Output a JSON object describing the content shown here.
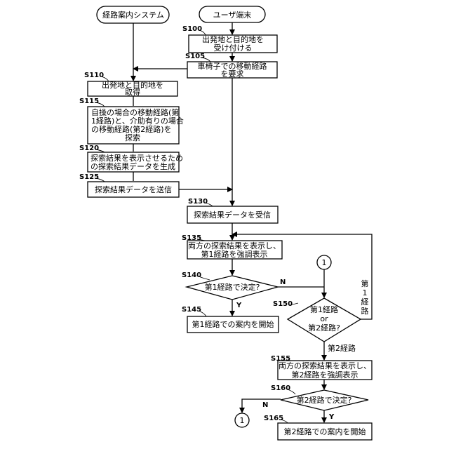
{
  "actors": {
    "system": "経路案内システム",
    "terminal": "ユーザ端末"
  },
  "steps": {
    "s100": {
      "id": "S100",
      "lines": [
        "出発地と目的地を",
        "受け付ける"
      ]
    },
    "s105": {
      "id": "S105",
      "lines": [
        "車椅子での移動経路",
        "を要求"
      ]
    },
    "s110": {
      "id": "S110",
      "lines": [
        "出発地と目的地を",
        "取得"
      ]
    },
    "s115": {
      "id": "S115",
      "lines": [
        "自操の場合の移動経路(第",
        "1経路)と、介助有りの場合",
        "の移動経路(第2経路)を",
        "探索"
      ]
    },
    "s120": {
      "id": "S120",
      "lines": [
        "探索結果を表示させるため",
        "の探索結果データを生成"
      ]
    },
    "s125": {
      "id": "S125",
      "lines": [
        "探索結果データを送信"
      ]
    },
    "s130": {
      "id": "S130",
      "lines": [
        "探索結果データを受信"
      ]
    },
    "s135": {
      "id": "S135",
      "lines": [
        "両方の探索結果を表示し、",
        "第1経路を強調表示"
      ]
    },
    "s140": {
      "id": "S140",
      "lines": [
        "第1経路で決定?"
      ]
    },
    "s145": {
      "id": "S145",
      "lines": [
        "第1経路での案内を開始"
      ]
    },
    "s150": {
      "id": "S150",
      "lines": [
        "第1経路",
        "or",
        "第2経路?"
      ]
    },
    "s155": {
      "id": "S155",
      "lines": [
        "両方の探索結果を表示し、",
        "第2経路を強調表示"
      ]
    },
    "s160": {
      "id": "S160",
      "lines": [
        "第2経路で決定?"
      ]
    },
    "s165": {
      "id": "S165",
      "lines": [
        "第2経路での案内を開始"
      ]
    }
  },
  "connectors": {
    "top": "1",
    "bottom": "1"
  },
  "edge_labels": {
    "s140_no": "N",
    "s140_yes": "Y",
    "s150_route1": "第1経路",
    "s150_route2": "第2経路",
    "s160_no": "N",
    "s160_yes": "Y"
  }
}
